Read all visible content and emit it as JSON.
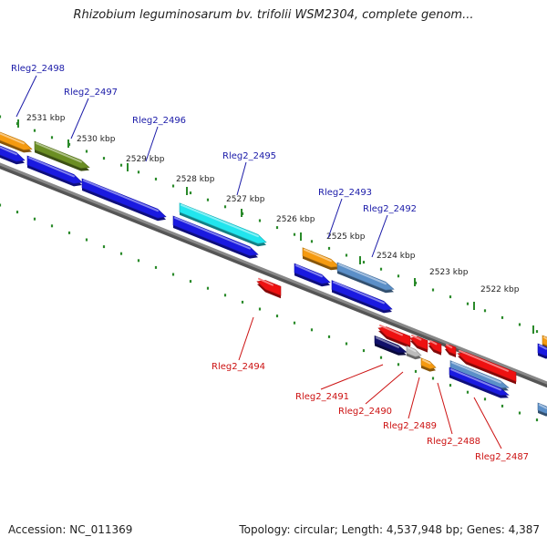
{
  "title": "Rhizobium leguminosarum bv. trifolii WSM2304, complete genom...",
  "footer": {
    "accession": "Accession: NC_011369",
    "summary": "Topology: circular; Length: 4,537,948 bp; Genes: 4,387"
  },
  "colors": {
    "backbone": "#888888",
    "forward_tick": "#2a8a2a",
    "forward_label": "#1a1aa8",
    "reverse_label": "#cc1111",
    "gene_blue": "#1a1ae0",
    "gene_orange": "#f59a10",
    "gene_olive": "#6b8e23",
    "gene_cyan": "#22e5ee",
    "gene_steel": "#5b8fc8",
    "gene_red": "#ee1111",
    "gene_navy": "#10106a",
    "gene_gray": "#bcbcbc"
  },
  "scale_labels": [
    "2531 kbp",
    "2530 kbp",
    "2529 kbp",
    "2528 kbp",
    "2527 kbp",
    "2526 kbp",
    "2525 kbp",
    "2524 kbp",
    "2523 kbp",
    "2522 kbp"
  ],
  "forward_gene_labels": [
    "Rleg2_2498",
    "Rleg2_2497",
    "Rleg2_2496",
    "Rleg2_2495",
    "Rleg2_2493",
    "Rleg2_2492"
  ],
  "reverse_gene_labels": [
    "Rleg2_2494",
    "Rleg2_2491",
    "Rleg2_2490",
    "Rleg2_2489",
    "Rleg2_2488",
    "Rleg2_2487"
  ]
}
